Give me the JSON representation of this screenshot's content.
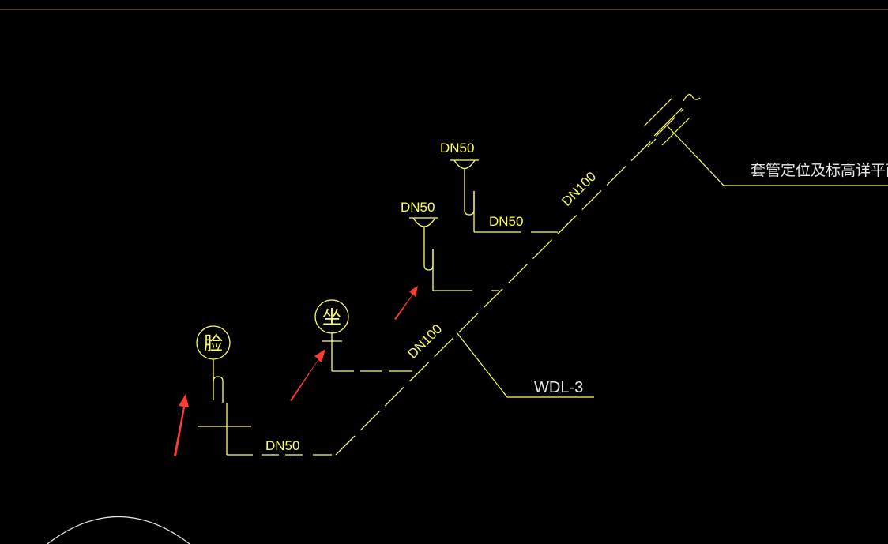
{
  "colors": {
    "background": "#000000",
    "line_yellow": "#ffff66",
    "line_white": "#e8e8e8",
    "top_border": "#a07a5a",
    "arrow_red": "#ff3b30"
  },
  "labels": {
    "sleeve_note": "套管定位及标高详平面",
    "riser_tag": "WDL-3",
    "main_pipe_upper": "DN100",
    "main_pipe_lower": "DN100",
    "branch_bottom": "DN50",
    "branch_middle": "DN50",
    "fixture_top_size": "DN50",
    "fixture_mid_size": "DN50",
    "basin_symbol": "脸",
    "toilet_symbol": "坐"
  }
}
